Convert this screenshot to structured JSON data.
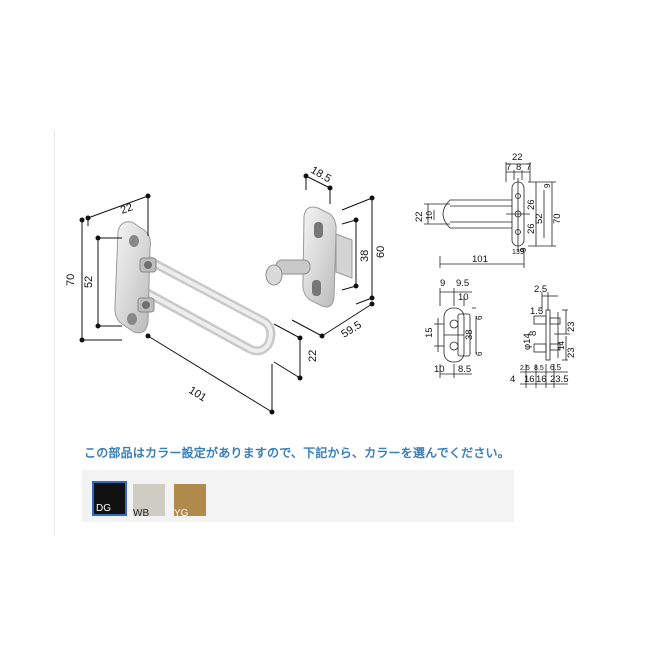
{
  "drawing": {
    "iso_dims": {
      "d101": "101",
      "d22_top": "22",
      "d70": "70",
      "d52": "52",
      "d22_bot": "22",
      "d18_5": "18.5",
      "d38": "38",
      "d60": "60",
      "d59_5": "59.5"
    },
    "top_view": {
      "d22": "22",
      "d7a": "7",
      "d8": "8",
      "d7b": "7",
      "d9a": "9",
      "d26a": "26",
      "d52": "52",
      "d70": "70",
      "d26b": "26",
      "d9b": "9",
      "d22_left": "22",
      "d10": "10",
      "d101": "101",
      "d13": "13",
      "d9c": "9"
    },
    "front_view": {
      "d9": "9",
      "d9_5": "9.5",
      "d10": "10",
      "d15": "15",
      "d6a": "6",
      "d38": "38",
      "d6b": "6",
      "d10_bot": "10",
      "d8_5": "8.5"
    },
    "side_view": {
      "d2_5": "2.5",
      "d1_5": "1.5",
      "d23a": "23",
      "phi14": "φ14",
      "d8": "8",
      "d14": "14",
      "d23b": "23",
      "d2_5b": "2.5",
      "d8_5": "8.5",
      "d6_5": "6.5",
      "d4": "4",
      "d16a": "16",
      "d16b": "16",
      "d23_5": "23.5"
    }
  },
  "notice": "この部品はカラー設定がありますので、下記から、カラーを選んでください。",
  "swatches": [
    {
      "code": "DG",
      "color": "#101010",
      "selected": true
    },
    {
      "code": "WB",
      "color": "#cfccc4",
      "selected": false
    },
    {
      "code": "YG",
      "color": "#b08a4a",
      "selected": false
    }
  ]
}
